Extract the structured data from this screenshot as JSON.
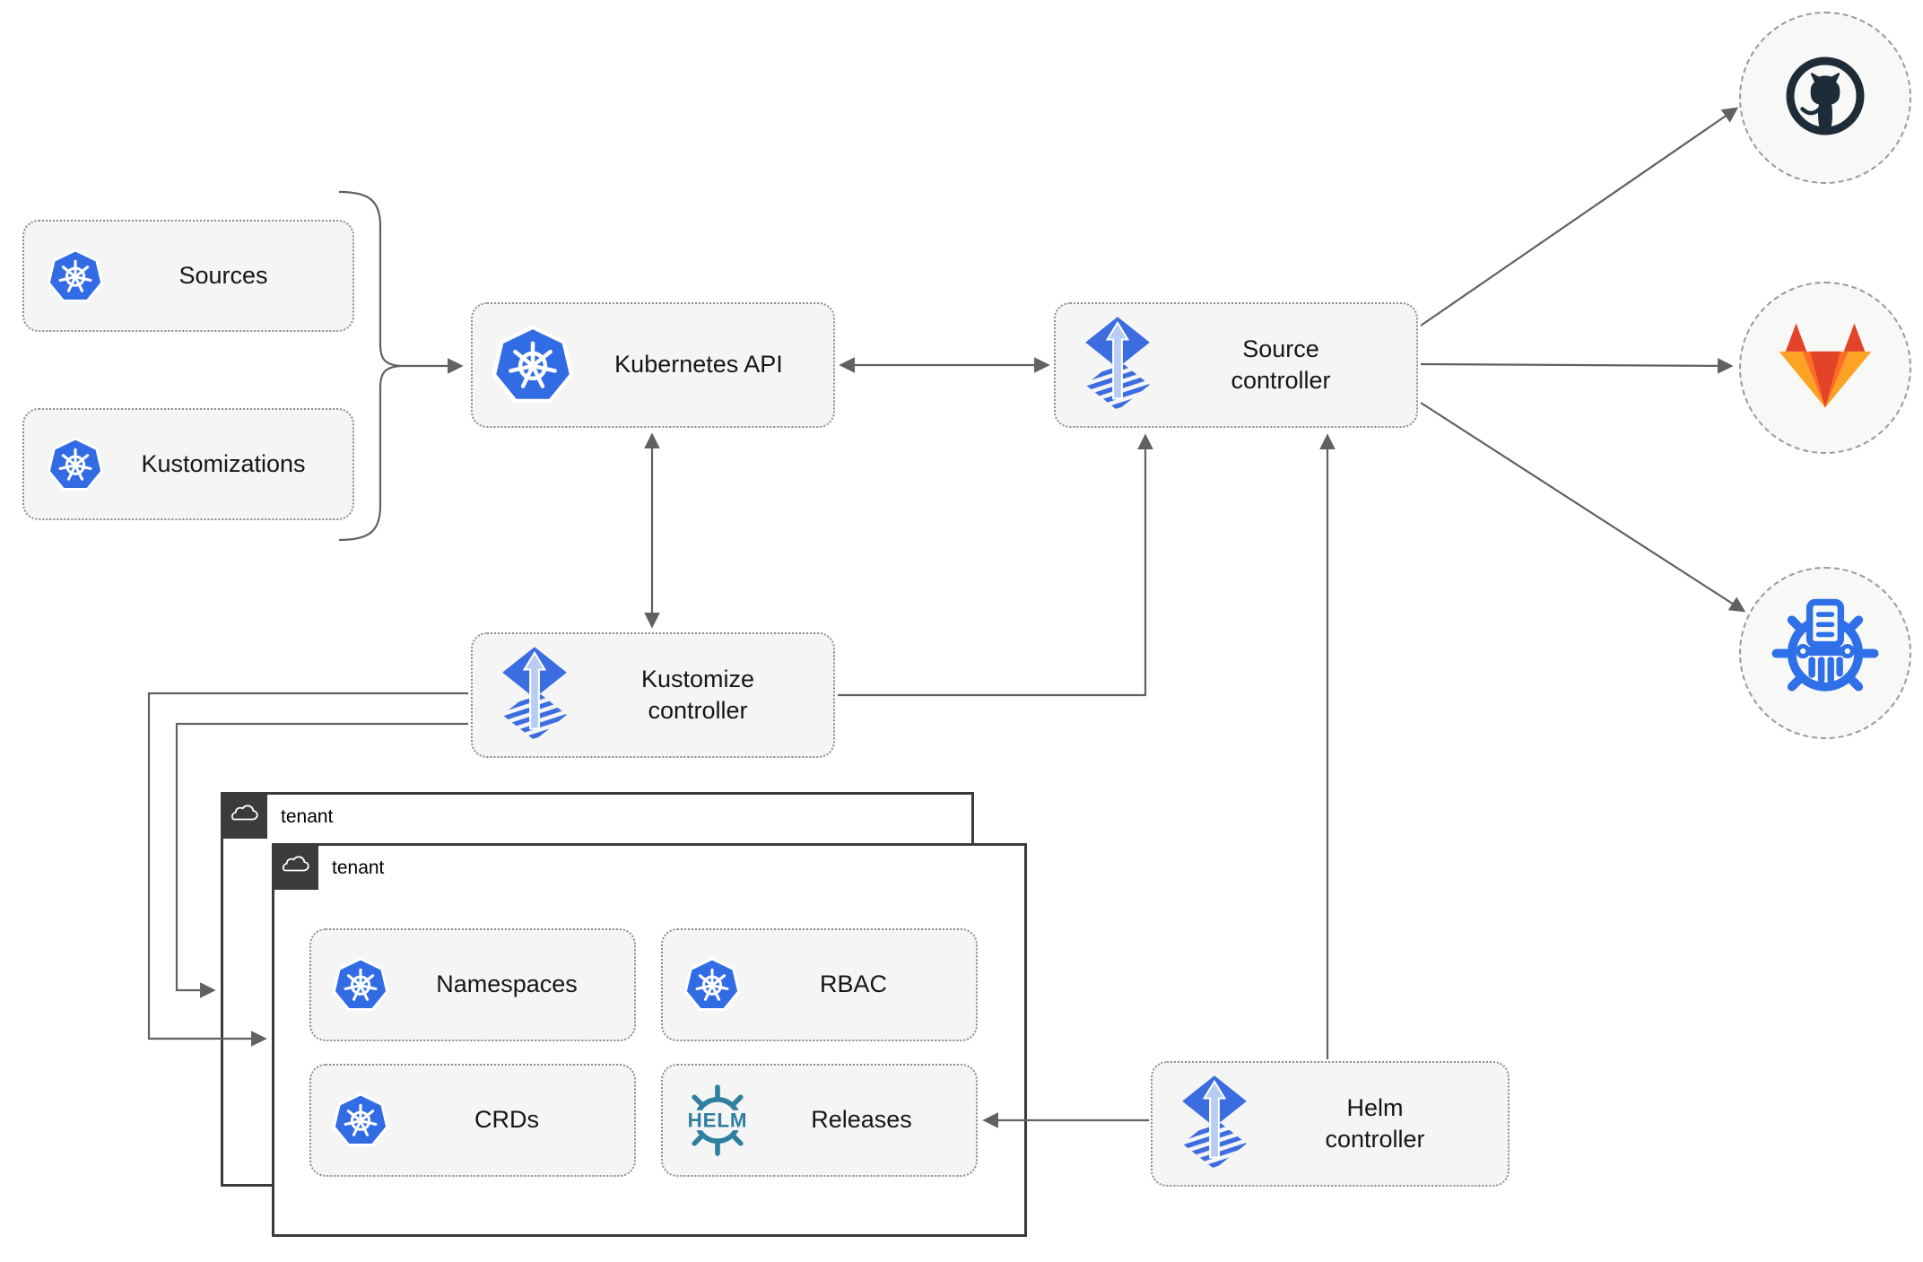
{
  "nodes": {
    "sources": {
      "label": "Sources"
    },
    "kustomizations": {
      "label": "Kustomizations"
    },
    "kubernetes_api": {
      "label": "Kubernetes API"
    },
    "source_controller": {
      "label": "Source\ncontroller"
    },
    "kustomize_controller": {
      "label": "Kustomize\ncontroller"
    },
    "helm_controller": {
      "label": "Helm\ncontroller"
    },
    "namespaces": {
      "label": "Namespaces"
    },
    "rbac": {
      "label": "RBAC"
    },
    "crds": {
      "label": "CRDs"
    },
    "releases": {
      "label": "Releases"
    }
  },
  "tenants": {
    "outer": {
      "label": "tenant"
    },
    "inner": {
      "label": "tenant"
    }
  },
  "logos": {
    "helm_wordmark": "HELM"
  },
  "icons": {
    "kubernetes": "kubernetes-wheel-heptagon",
    "flux": "flux-diamond-up-arrow",
    "helm": "helm-ship-wheel-wordmark",
    "github": "github-octocat-circle",
    "gitlab": "gitlab-tanuki",
    "helm_repository": "chart-repository-wheel-columns",
    "cloud": "cloud-outline"
  },
  "colors": {
    "kubernetes_blue": "#326ce5",
    "flux_blue": "#3b6ce0",
    "flux_arrow_light": "#b9cdf4",
    "helm_teal": "#2e7fa0",
    "registry_blue": "#2f6fe8",
    "github_dark": "#1d2c38",
    "gitlab_red": "#e24329",
    "gitlab_orange": "#fc6d26",
    "gitlab_amber": "#fca326",
    "connector_gray": "#616161",
    "node_fill": "#f5f5f5",
    "tenant_border": "#3b3b3b"
  }
}
